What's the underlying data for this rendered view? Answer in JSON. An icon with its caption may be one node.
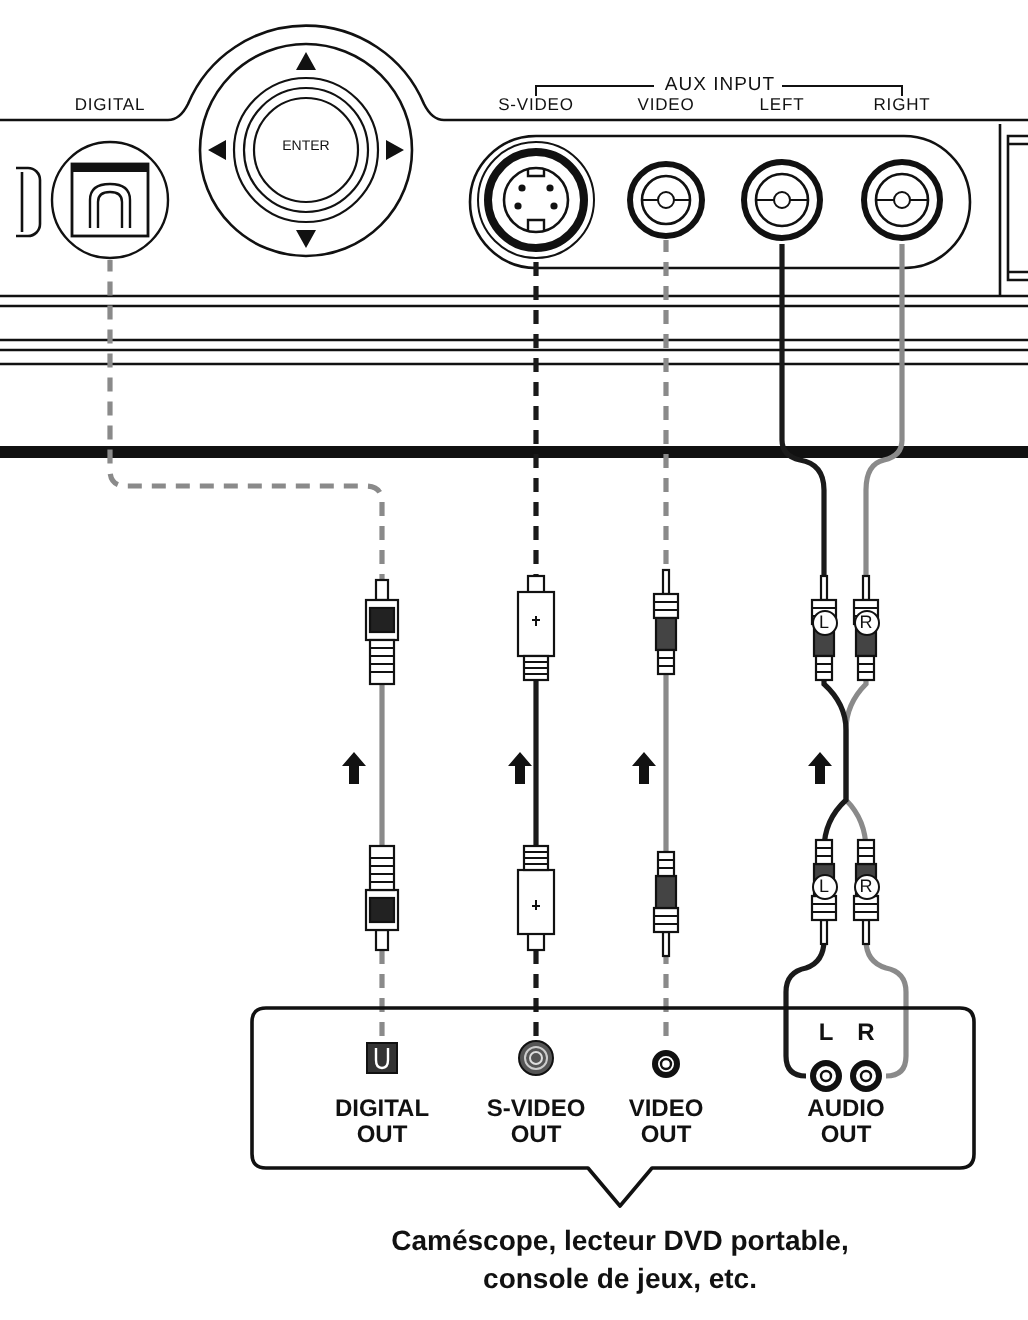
{
  "diagram": {
    "nodes": [
      {
        "text": [
          "DIGITAL"
        ]
      },
      {
        "text": [
          "S-VIDEO"
        ]
      },
      {
        "text": [
          "VIDEO"
        ]
      },
      {
        "text": [
          "LEFT"
        ]
      },
      {
        "text": [
          "RIGHT"
        ]
      },
      {
        "text": [
          "Caméscope, lecteur DVD portable, console de jeux, etc."
        ]
      },
      {
        "text": [
          "DIGITAL OUT"
        ],
        "in": 5
      },
      {
        "text": [
          "S-VIDEO OUT"
        ],
        "in": 5
      },
      {
        "text": [
          "VIDEO OUT"
        ],
        "in": 5
      },
      {
        "text": [
          "AUDIO OUT"
        ],
        "in": 5
      },
      {
        "text": [
          "L"
        ],
        "in": 9
      },
      {
        "text": [
          "R"
        ],
        "in": 9
      }
    ],
    "edges": [
      {
        "from": 6,
        "to": 0,
        "arrow": "none",
        "style": "dashed"
      },
      {
        "from": 7,
        "to": 1,
        "arrow": "none",
        "style": "dashed",
        "color": "#1a1a1a"
      },
      {
        "from": 8,
        "to": 2,
        "arrow": "none",
        "style": "dashed"
      },
      {
        "from": 10,
        "to": 3,
        "arrow": "none",
        "color": "#1a1a1a"
      },
      {
        "from": 11,
        "to": 4,
        "arrow": "none"
      }
    ],
    "labels": [
      "ENTER",
      "AUX INPUT",
      "L",
      "R",
      "L",
      "R"
    ]
  }
}
